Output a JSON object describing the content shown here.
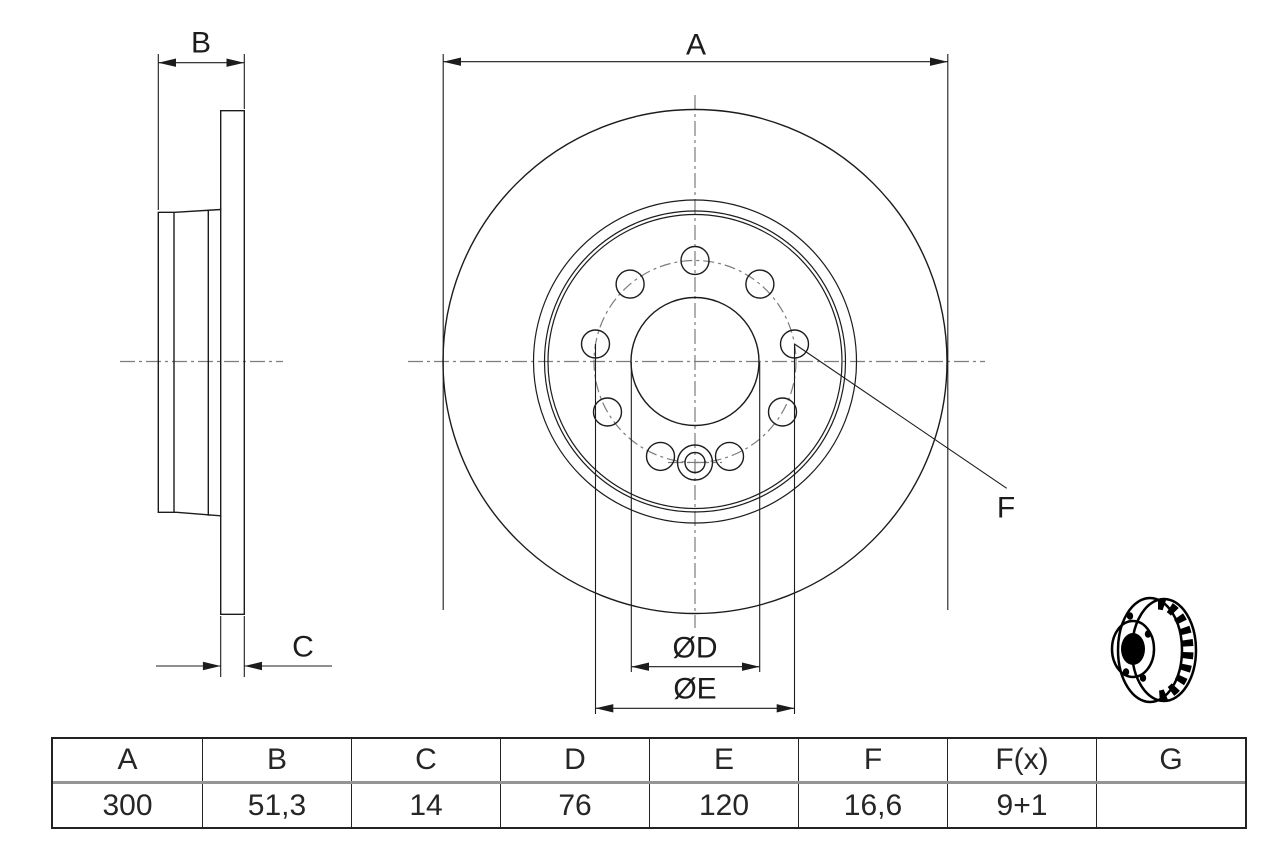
{
  "drawing": {
    "dimension_labels": {
      "A": "A",
      "B": "B",
      "C": "C",
      "D": "ØD",
      "E": "ØE",
      "F": "F"
    }
  },
  "table": {
    "headers": [
      "A",
      "B",
      "C",
      "D",
      "E",
      "F",
      "F(x)",
      "G"
    ],
    "values": [
      "300",
      "51,3",
      "14",
      "76",
      "120",
      "16,6",
      "9+1",
      ""
    ]
  },
  "icons": {
    "thumbnail": "ventilated-brake-disc-3d-icon"
  },
  "colors": {
    "line": "#1c1c1c",
    "centerline": "#7c7c7c",
    "background": "#ffffff",
    "table_border": "#222222",
    "table_divider": "#949494"
  }
}
